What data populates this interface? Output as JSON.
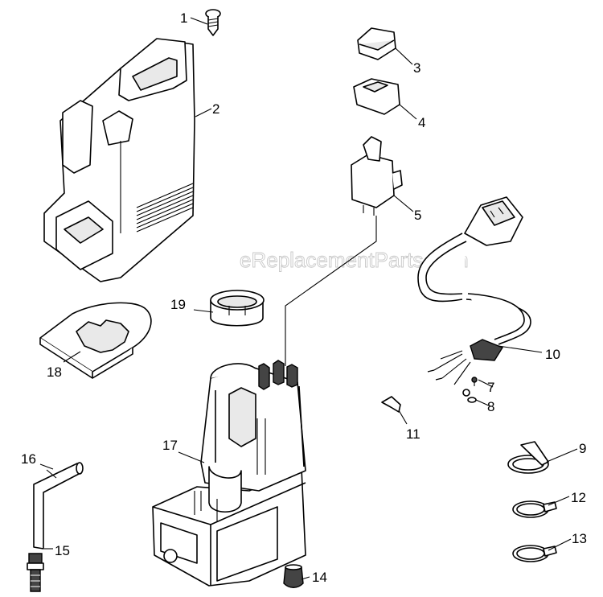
{
  "watermark": "eReplacementParts.com",
  "callouts": [
    {
      "id": "1",
      "text": "1"
    },
    {
      "id": "2",
      "text": "2"
    },
    {
      "id": "3",
      "text": "3"
    },
    {
      "id": "4",
      "text": "4"
    },
    {
      "id": "5",
      "text": "5"
    },
    {
      "id": "7",
      "text": "7"
    },
    {
      "id": "8",
      "text": "8"
    },
    {
      "id": "9",
      "text": "9"
    },
    {
      "id": "10",
      "text": "10"
    },
    {
      "id": "11",
      "text": "11"
    },
    {
      "id": "12",
      "text": "12"
    },
    {
      "id": "13",
      "text": "13"
    },
    {
      "id": "14",
      "text": "14"
    },
    {
      "id": "15",
      "text": "15"
    },
    {
      "id": "16",
      "text": "16"
    },
    {
      "id": "17",
      "text": "17"
    },
    {
      "id": "18",
      "text": "18"
    },
    {
      "id": "19",
      "text": "19"
    }
  ]
}
